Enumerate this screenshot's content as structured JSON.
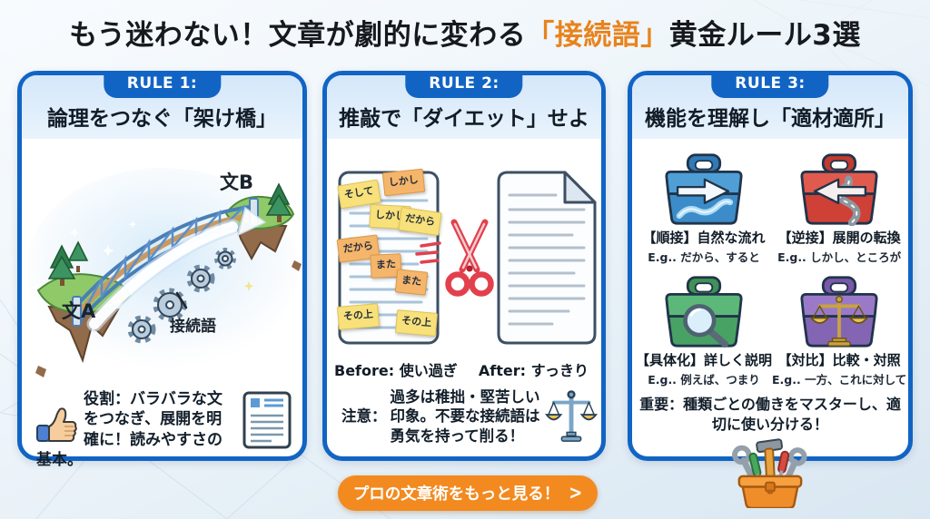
{
  "title": {
    "prefix": "もう迷わない！文章が劇的に変わる",
    "accent": "「接続語」",
    "suffix": "黄金ルール3選"
  },
  "rules": [
    {
      "badge": "RULE 1:",
      "heading": "論理をつなぐ「架け橋」",
      "illustration": {
        "sentence_a": "文A",
        "sentence_b": "文B",
        "connector_label": "接続語"
      },
      "note_label": "役割：",
      "note_text": "バラバラな文をつなぎ、展開を明確に！読みやすさの基本。"
    },
    {
      "badge": "RULE 2:",
      "heading": "推敲で「ダイエット」せよ",
      "stickies": [
        "そして",
        "しかし",
        "しかし",
        "だから",
        "だから",
        "また",
        "また",
        "その上",
        "その上"
      ],
      "before_label": "Before: 使い過ぎ",
      "after_label": "After: すっきり",
      "note_label": "注意：",
      "note_text": "過多は稚拙・堅苦しい印象。不要な接続語は勇気を持って削る！"
    },
    {
      "badge": "RULE 3:",
      "heading": "機能を理解し「適材適所」",
      "toolboxes": [
        {
          "label": "【順接】自然な流れ",
          "example": "E.g.. だから、すると"
        },
        {
          "label": "【逆接】展開の転換",
          "example": "E.g.. しかし、ところが"
        },
        {
          "label": "【具体化】詳しく説明",
          "example": "E.g.. 例えば、つまり"
        },
        {
          "label": "【対比】比較・対照",
          "example": "E.g.. 一方、これに対して"
        }
      ],
      "note_label": "重要：",
      "note_text": "種類ごとの働きをマスターし、適切に使い分ける！"
    }
  ],
  "cta": {
    "label": "プロの文章術をもっと見る！",
    "chevron": ">"
  },
  "colors": {
    "panel_border": "#1164c4",
    "accent_orange": "#e8831c",
    "cta_bg": "#f28a20",
    "sticky_yellow": "#f8e17a",
    "sticky_orange": "#f5b56b",
    "toolbox_blue": "#3c8cc9",
    "toolbox_red": "#cf4036",
    "toolbox_green": "#48a264",
    "toolbox_purple": "#8465b4"
  }
}
